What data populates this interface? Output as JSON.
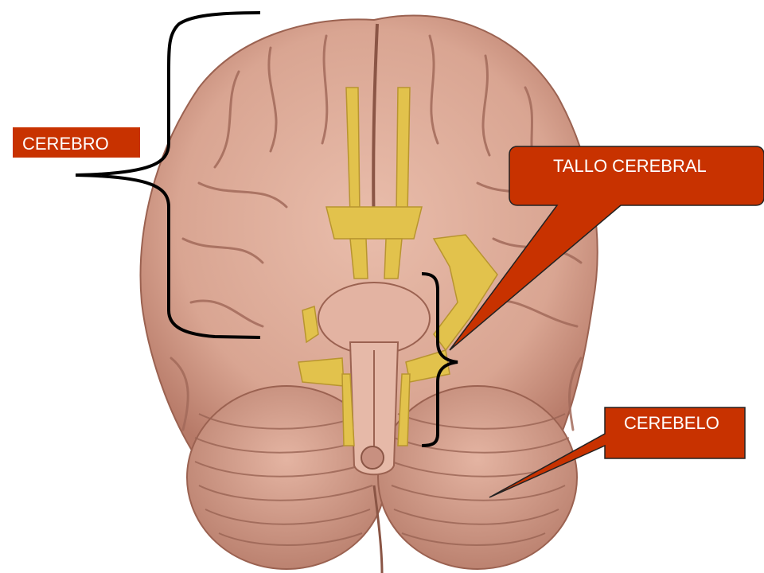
{
  "labels": {
    "cerebro": "CEREBRO",
    "tallo_cerebral": "TALLO CEREBRAL",
    "cerebelo": "CEREBELO"
  },
  "colors": {
    "callout_fill": "#c83200",
    "callout_stroke": "#222222",
    "brain_tissue": "#d9a592",
    "brain_shadow": "#a26a5a",
    "nerve_yellow": "#e2c24c",
    "bracket": "#000000",
    "background": "#ffffff"
  },
  "icons": {
    "brain_illustration": "brain-inferior-view-icon"
  }
}
